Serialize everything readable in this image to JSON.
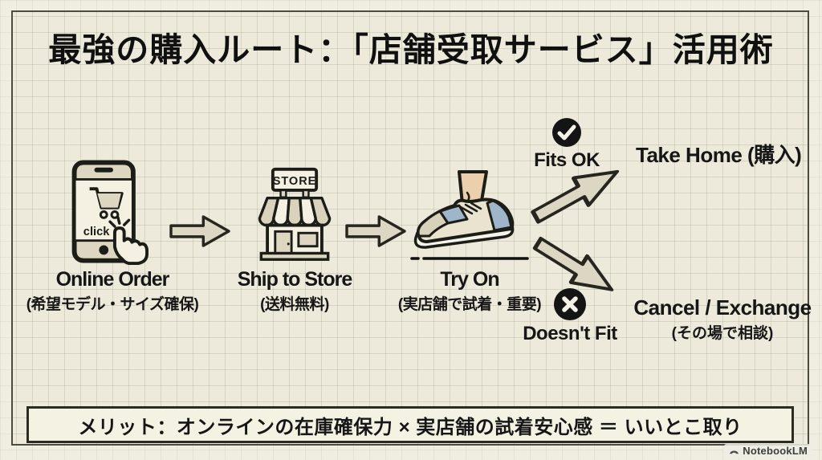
{
  "title": "最強の購入ルート：「店舗受取サービス」活用術",
  "flow": {
    "steps": [
      {
        "label": "Online Order",
        "sublabel": "(希望モデル・サイズ確保)"
      },
      {
        "label": "Ship to Store",
        "sublabel": "(送料無料)"
      },
      {
        "label": "Try On",
        "sublabel": "(実店舗で試着・重要)"
      }
    ],
    "phone_click_text": "click",
    "store_sign_text": "STORE",
    "branch_positive": {
      "condition": "Fits OK",
      "outcome": "Take Home (購入)"
    },
    "branch_negative": {
      "condition": "Doesn't Fit",
      "outcome": "Cancel / Exchange",
      "outcome_sublabel": "(その場で相談)"
    }
  },
  "benefit_banner": "メリット：オンラインの在庫確保力 × 実店舗の試着安心感 ＝ いいとこ取り",
  "watermark": "NotebookLM",
  "colors": {
    "background": "#edeadb",
    "grid_line": "#d4d1bf",
    "frame_border": "#4b4b40",
    "text": "#161616",
    "arrow_fill": "#dcd7c3",
    "arrow_stroke": "#26261f",
    "icon_beige": "#ddd7c2",
    "icon_cream": "#f4f1e3",
    "shoe_blue": "#9fb5ca",
    "skin_tone": "#ecd0ae",
    "badge_black": "#141414"
  }
}
